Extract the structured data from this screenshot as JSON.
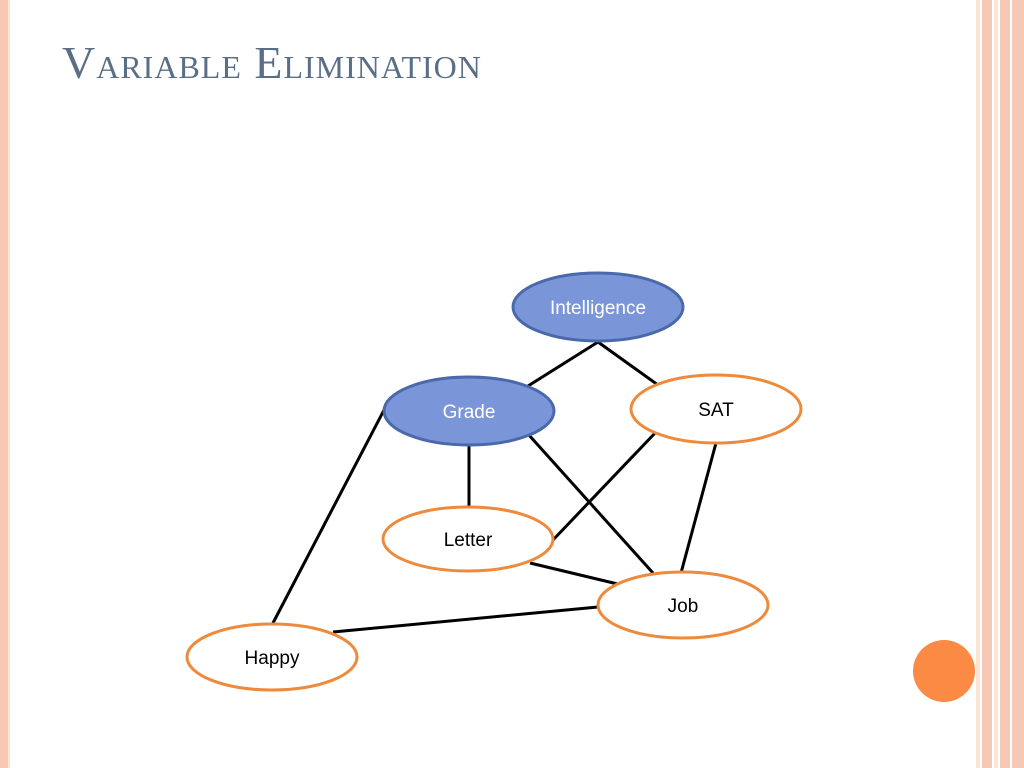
{
  "slide": {
    "title": "Variable Elimination"
  },
  "colors": {
    "title_text": "#5a6f87",
    "blue_node_fill": "#7b96d8",
    "blue_node_stroke": "#4a69aa",
    "white_node_fill": "#ffffff",
    "orange_node_stroke": "#ee8a3c",
    "edge": "#000000",
    "accent_dot": "#fb8a44",
    "side_bars": "#f7c9b4"
  },
  "graph": {
    "nodes": [
      {
        "id": "intelligence",
        "label": "Intelligence",
        "style": "blue"
      },
      {
        "id": "grade",
        "label": "Grade",
        "style": "blue"
      },
      {
        "id": "sat",
        "label": "SAT",
        "style": "white"
      },
      {
        "id": "letter",
        "label": "Letter",
        "style": "white"
      },
      {
        "id": "job",
        "label": "Job",
        "style": "white"
      },
      {
        "id": "happy",
        "label": "Happy",
        "style": "white"
      }
    ],
    "edges": [
      {
        "from": "intelligence",
        "to": "grade"
      },
      {
        "from": "intelligence",
        "to": "sat"
      },
      {
        "from": "grade",
        "to": "letter"
      },
      {
        "from": "grade",
        "to": "job"
      },
      {
        "from": "grade",
        "to": "happy"
      },
      {
        "from": "sat",
        "to": "letter"
      },
      {
        "from": "sat",
        "to": "job"
      },
      {
        "from": "letter",
        "to": "job"
      },
      {
        "from": "job",
        "to": "happy"
      }
    ]
  }
}
